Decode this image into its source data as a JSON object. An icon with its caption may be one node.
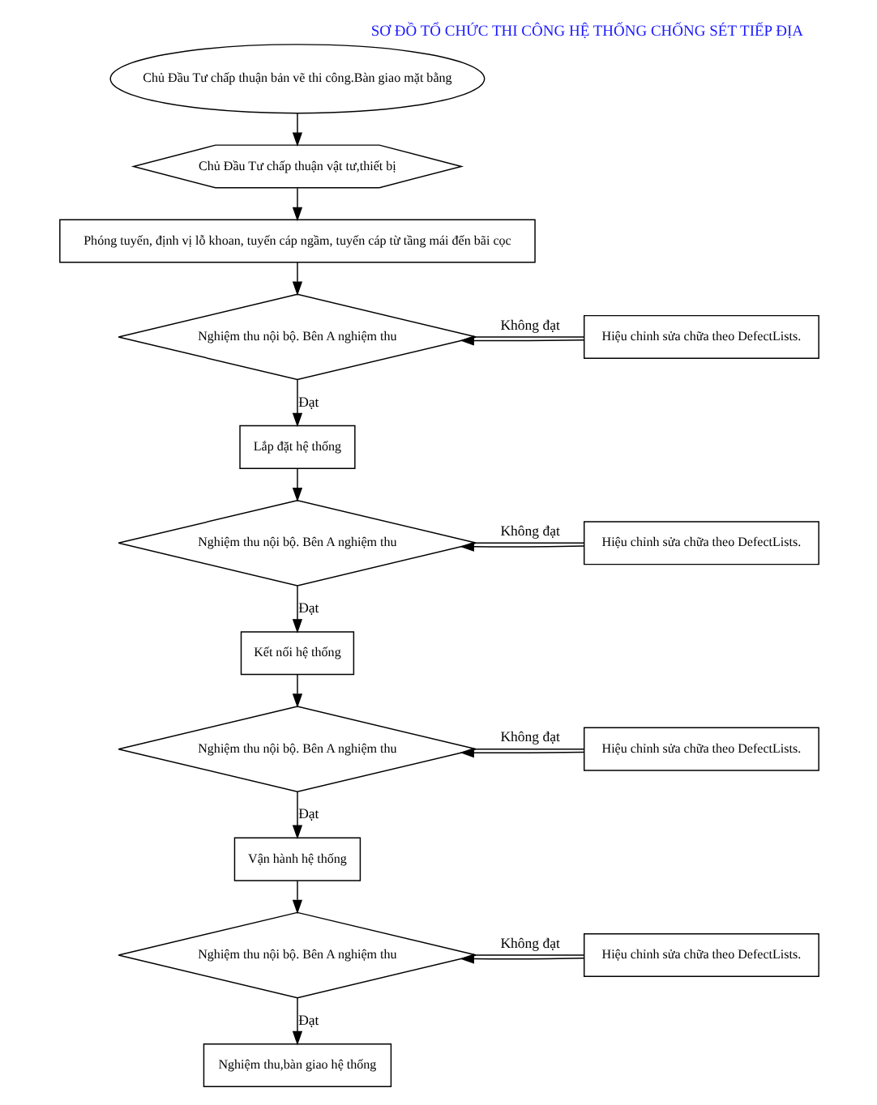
{
  "diagram": {
    "title": "SƠ ĐỒ TỔ CHỨC THI CÔNG HỆ THỐNG CHỐNG SÉT TIẾP ĐỊA",
    "nodes": [
      {
        "text": [
          "Chủ Đầu Tư chấp thuận bản vẽ thi công.Bàn giao mặt bằng"
        ]
      },
      {
        "text": [
          "Chủ Đầu Tư chấp thuận vật tư,thiết bị"
        ]
      },
      {
        "text": [
          "Phóng tuyến, định vị lỗ khoan, tuyến cáp ngầm, tuyến cáp từ tầng mái đến bãi cọc"
        ]
      },
      {
        "text": [
          "Hiệu chỉnh sửa chữa theo DefectLists."
        ]
      },
      {
        "text": [
          "Nghiệm thu nội bộ. Bên A nghiệm thu"
        ]
      },
      {
        "text": [
          "Lắp đặt hệ thống"
        ]
      },
      {
        "text": [
          "Hiệu chỉnh sửa chữa theo DefectLists."
        ]
      },
      {
        "text": [
          "Nghiệm thu nội bộ. Bên A nghiệm thu"
        ]
      },
      {
        "text": [
          "Kết nối hệ thống"
        ]
      },
      {
        "text": [
          "Hiệu chỉnh sửa chữa theo DefectLists."
        ]
      },
      {
        "text": [
          "Nghiệm thu nội bộ. Bên A nghiệm thu"
        ]
      },
      {
        "text": [
          "Vận hành hệ thống"
        ]
      },
      {
        "text": [
          "Hiệu chỉnh sửa chữa theo DefectLists."
        ]
      },
      {
        "text": [
          "Nghiệm thu nội bộ. Bên A nghiệm thu"
        ]
      },
      {
        "text": [
          "Nghiệm thu,bàn giao hệ thống"
        ]
      }
    ],
    "edges": [
      {
        "from": 0,
        "to": 1,
        "arrow": "to"
      },
      {
        "from": 1,
        "to": 2,
        "arrow": "to"
      },
      {
        "from": 2,
        "to": 4,
        "arrow": "to"
      },
      {
        "from": 4,
        "to": 3,
        "arrow": "none",
        "label": "Không đạt"
      },
      {
        "from": 3,
        "to": 4,
        "arrow": "to"
      },
      {
        "from": 4,
        "to": 5,
        "arrow": "to",
        "label": "Đạt"
      },
      {
        "from": 5,
        "to": 7,
        "arrow": "to"
      },
      {
        "from": 7,
        "to": 6,
        "arrow": "none",
        "label": "Không đạt"
      },
      {
        "from": 6,
        "to": 7,
        "arrow": "to"
      },
      {
        "from": 7,
        "to": 8,
        "arrow": "to",
        "label": "Đạt"
      },
      {
        "from": 8,
        "to": 10,
        "arrow": "to"
      },
      {
        "from": 10,
        "to": 9,
        "arrow": "none",
        "label": "Không đạt"
      },
      {
        "from": 9,
        "to": 10,
        "arrow": "to"
      },
      {
        "from": 10,
        "to": 11,
        "arrow": "to",
        "label": "Đạt"
      },
      {
        "from": 11,
        "to": 13,
        "arrow": "to"
      },
      {
        "from": 13,
        "to": 12,
        "arrow": "none",
        "label": "Không đạt"
      },
      {
        "from": 12,
        "to": 13,
        "arrow": "to"
      },
      {
        "from": 13,
        "to": 14,
        "arrow": "to",
        "label": "Đạt"
      }
    ]
  }
}
